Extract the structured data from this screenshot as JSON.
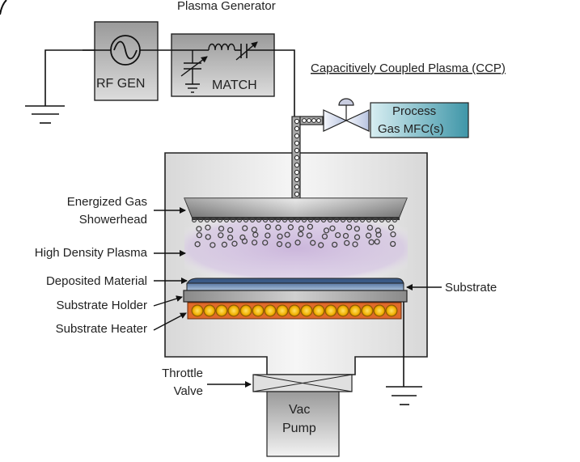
{
  "title": "Plasma Generator",
  "subtitle": "Capacitively Coupled Plasma (CCP)",
  "components": {
    "rf_gen": "RF GEN",
    "match": "MATCH",
    "mfc_line1": "Process",
    "mfc_line2": "Gas MFC(s)",
    "pump_line1": "Vac",
    "pump_line2": "Pump"
  },
  "labels": {
    "showerhead_line1": "Energized Gas",
    "showerhead_line2": "Showerhead",
    "plasma": "High Density Plasma",
    "deposited": "Deposited Material",
    "holder": "Substrate Holder",
    "heater": "Substrate Heater",
    "substrate": "Substrate",
    "throttle_line1": "Throttle",
    "throttle_line2": "Valve"
  },
  "colors": {
    "plasma": "#c9b3da",
    "substrate": "#6f8fb8",
    "holder": "#8f8f8f",
    "heater_fill": "#e06a2a",
    "heater_coil": "#f5c518",
    "mfc": "#5fb0c0",
    "chamber": "#e4e4e4"
  },
  "heater_coil_count": 17
}
